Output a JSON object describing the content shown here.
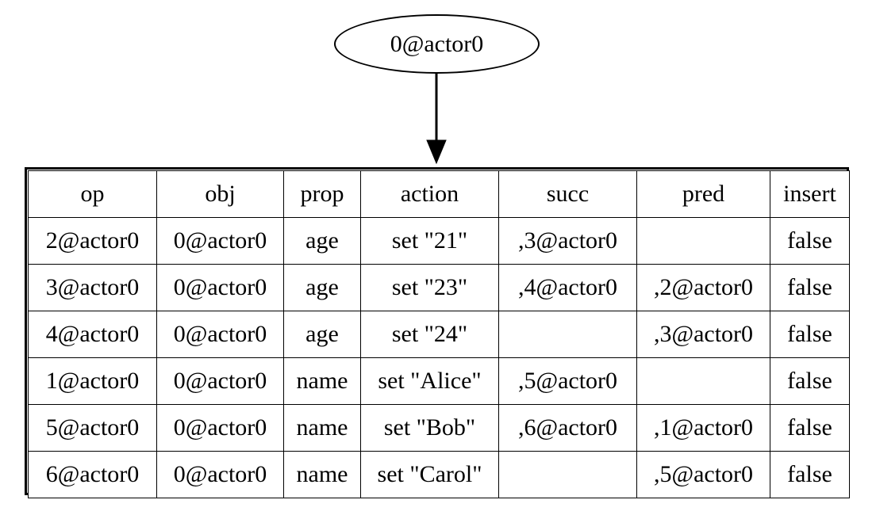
{
  "diagram": {
    "node": {
      "label": "0@actor0",
      "shape": "ellipse"
    },
    "edge": {
      "from": "0@actor0",
      "to": "op-table",
      "arrowhead": "normal",
      "color": "#000000"
    }
  },
  "table": {
    "columns": [
      "op",
      "obj",
      "prop",
      "action",
      "succ",
      "pred",
      "insert"
    ],
    "rows": [
      {
        "op": "2@actor0",
        "obj": "0@actor0",
        "prop": "age",
        "action": "set \"21\"",
        "succ": ",3@actor0",
        "pred": "",
        "insert": "false"
      },
      {
        "op": "3@actor0",
        "obj": "0@actor0",
        "prop": "age",
        "action": "set \"23\"",
        "succ": ",4@actor0",
        "pred": ",2@actor0",
        "insert": "false"
      },
      {
        "op": "4@actor0",
        "obj": "0@actor0",
        "prop": "age",
        "action": "set \"24\"",
        "succ": "",
        "pred": ",3@actor0",
        "insert": "false"
      },
      {
        "op": "1@actor0",
        "obj": "0@actor0",
        "prop": "name",
        "action": "set \"Alice\"",
        "succ": ",5@actor0",
        "pred": "",
        "insert": "false"
      },
      {
        "op": "5@actor0",
        "obj": "0@actor0",
        "prop": "name",
        "action": "set \"Bob\"",
        "succ": ",6@actor0",
        "pred": ",1@actor0",
        "insert": "false"
      },
      {
        "op": "6@actor0",
        "obj": "0@actor0",
        "prop": "name",
        "action": "set \"Carol\"",
        "succ": "",
        "pred": ",5@actor0",
        "insert": "false"
      }
    ]
  }
}
